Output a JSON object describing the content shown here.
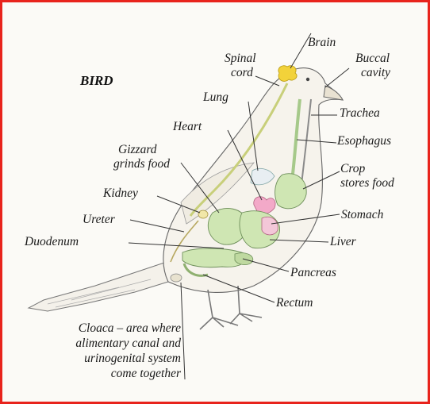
{
  "diagram": {
    "title": "BIRD",
    "labels": {
      "brain": "Brain",
      "spinal_cord": [
        "Spinal",
        "cord"
      ],
      "buccal_cavity": [
        "Buccal",
        "cavity"
      ],
      "lung": "Lung",
      "trachea": "Trachea",
      "heart": "Heart",
      "esophagus": "Esophagus",
      "gizzard": [
        "Gizzard",
        "grinds food"
      ],
      "crop": [
        "Crop",
        "stores food"
      ],
      "kidney": "Kidney",
      "stomach": "Stomach",
      "ureter": "Ureter",
      "duodenum": "Duodenum",
      "liver": "Liver",
      "pancreas": "Pancreas",
      "rectum": "Rectum",
      "cloaca": [
        "Cloaca – area where",
        "alimentary canal and",
        "urinogenital system",
        "come together"
      ]
    },
    "colors": {
      "frame": "#e8231c",
      "organ_green": "#cfe6b3",
      "organ_outline": "#6e8f5a",
      "heart_pink": "#f3a9c8",
      "brain_yellow": "#f2d23a"
    }
  }
}
